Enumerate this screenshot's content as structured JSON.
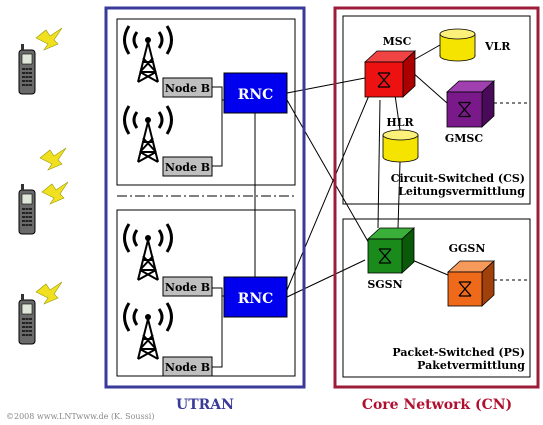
{
  "labels": {
    "node_b": "Node B",
    "rnc": "RNC",
    "msc": "MSC",
    "vlr": "VLR",
    "hlr": "HLR",
    "gmsc": "GMSC",
    "sgsn": "SGSN",
    "ggsn": "GGSN",
    "cs_line1": "Circuit-Switched (CS)",
    "cs_line2": "Leitungsvermittlung",
    "ps_line1": "Packet-Switched (PS)",
    "ps_line2": "Paketvermittlung",
    "utran": "UTRAN",
    "core_network": "Core Network (CN)",
    "copyright": "©2008 www.LNTwww.de (K. Soussi)"
  },
  "colors": {
    "utran_border": "#3a3a9a",
    "core_border": "#9c1c3a",
    "rnc_fill": "#0000ee",
    "node_b_fill": "#bfbfbf",
    "msc_fill": "#ee1111",
    "gmsc_fill": "#7a1a8a",
    "sgsn_fill": "#1a8a1a",
    "ggsn_fill": "#ee6a1a",
    "db_fill": "#f5e400",
    "lightning": "#f0e020",
    "utran_text": "#3a3a9a",
    "core_text": "#b01030"
  }
}
